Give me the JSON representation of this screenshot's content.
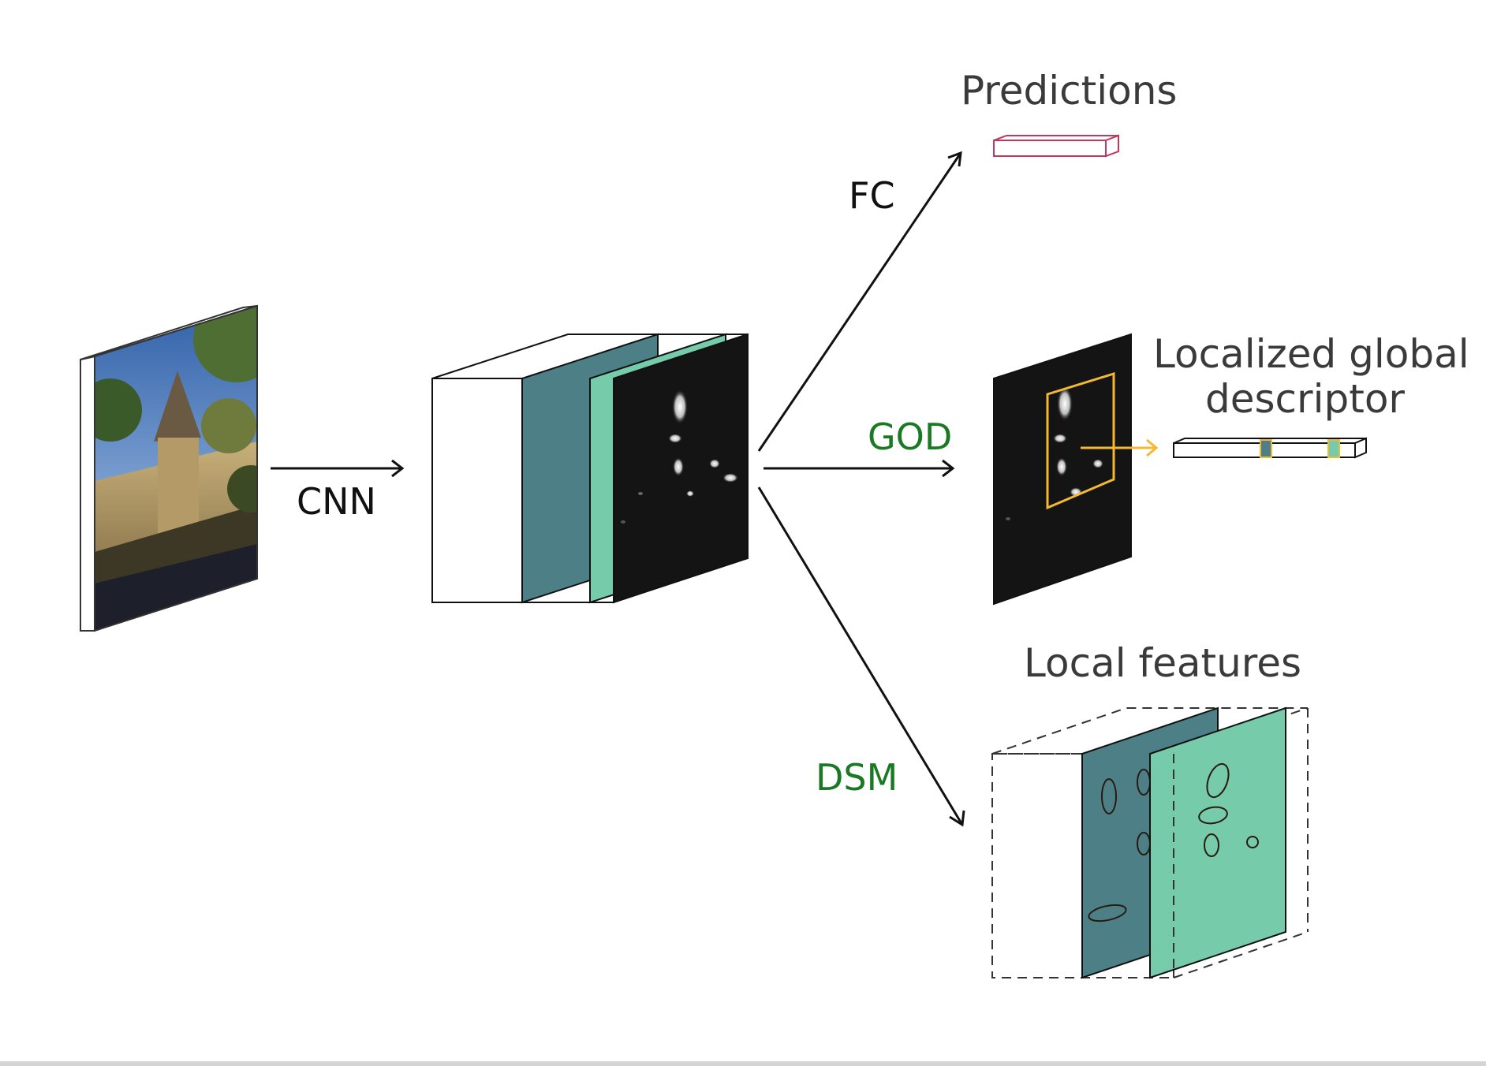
{
  "labels": {
    "cnn": "CNN",
    "fc": "FC",
    "god": "GOD",
    "dsm": "DSM",
    "predictions": "Predictions",
    "localized_line1": "Localized global",
    "localized_line2": "descriptor",
    "local_features": "Local features"
  },
  "colors": {
    "dark_teal": "#4d7f87",
    "light_teal": "#76cbab",
    "feature_map": "#141414",
    "prediction_vector": "#c0395c",
    "highlight": "#f5b833",
    "god_dsm_label": "#1a7a24",
    "arrow": "#111111"
  }
}
